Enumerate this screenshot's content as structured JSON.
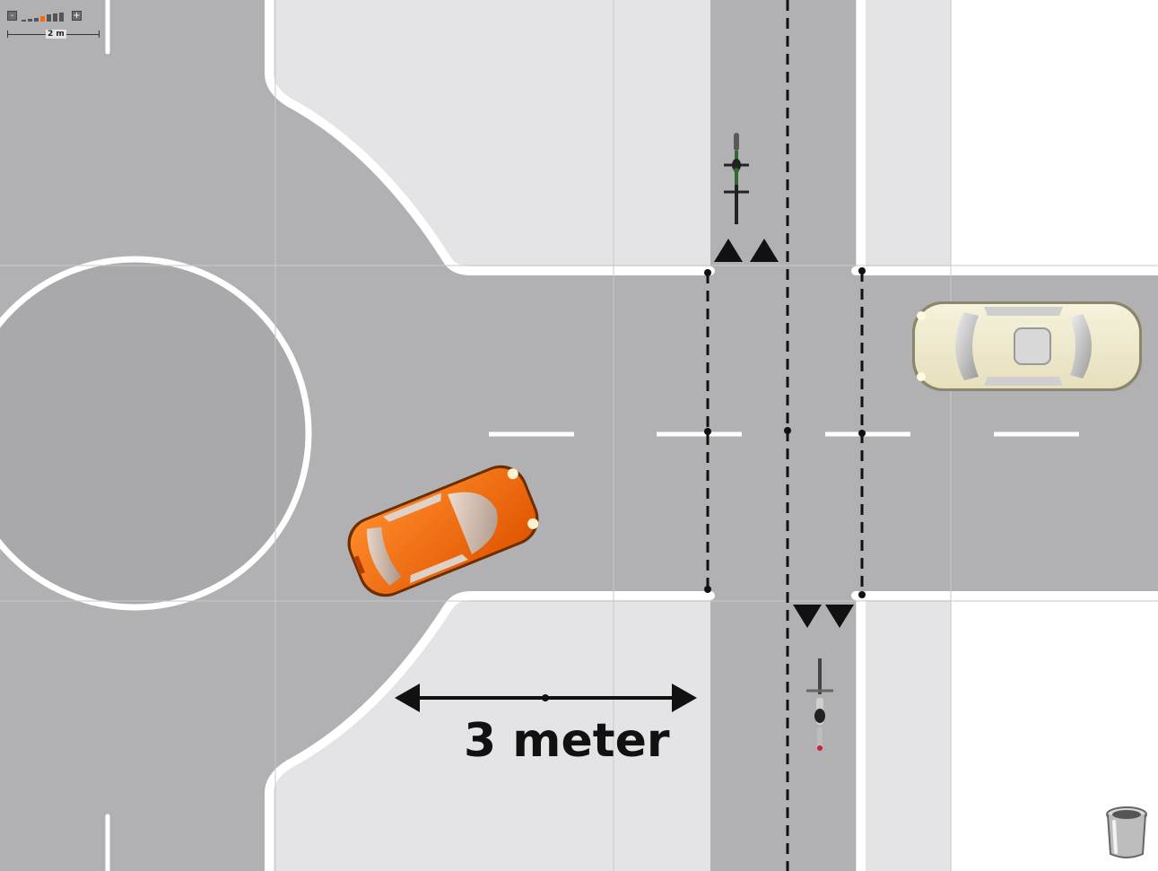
{
  "toolbar": {
    "zoom_out_symbol": "-",
    "zoom_in_symbol": "+",
    "zoom_levels": 7,
    "active_zoom_level": 4,
    "scale_label": "2 m"
  },
  "diagram": {
    "distance_label": "3 meter",
    "vehicles": [
      {
        "kind": "car",
        "color": "#ff6a00",
        "heading": "east"
      },
      {
        "kind": "car",
        "color": "#f1ecd0",
        "heading": "west"
      },
      {
        "kind": "bicycle",
        "heading": "south"
      },
      {
        "kind": "bicycle",
        "heading": "north"
      }
    ],
    "yield_marks": [
      {
        "position": "north-crossing",
        "count": 2,
        "direction": "up"
      },
      {
        "position": "south-crossing",
        "count": 2,
        "direction": "down"
      }
    ]
  },
  "colors": {
    "road": "#b1b1b4",
    "sidewalk": "#e4e4e6",
    "marking": "#ffffff",
    "background": "#ffffff"
  }
}
